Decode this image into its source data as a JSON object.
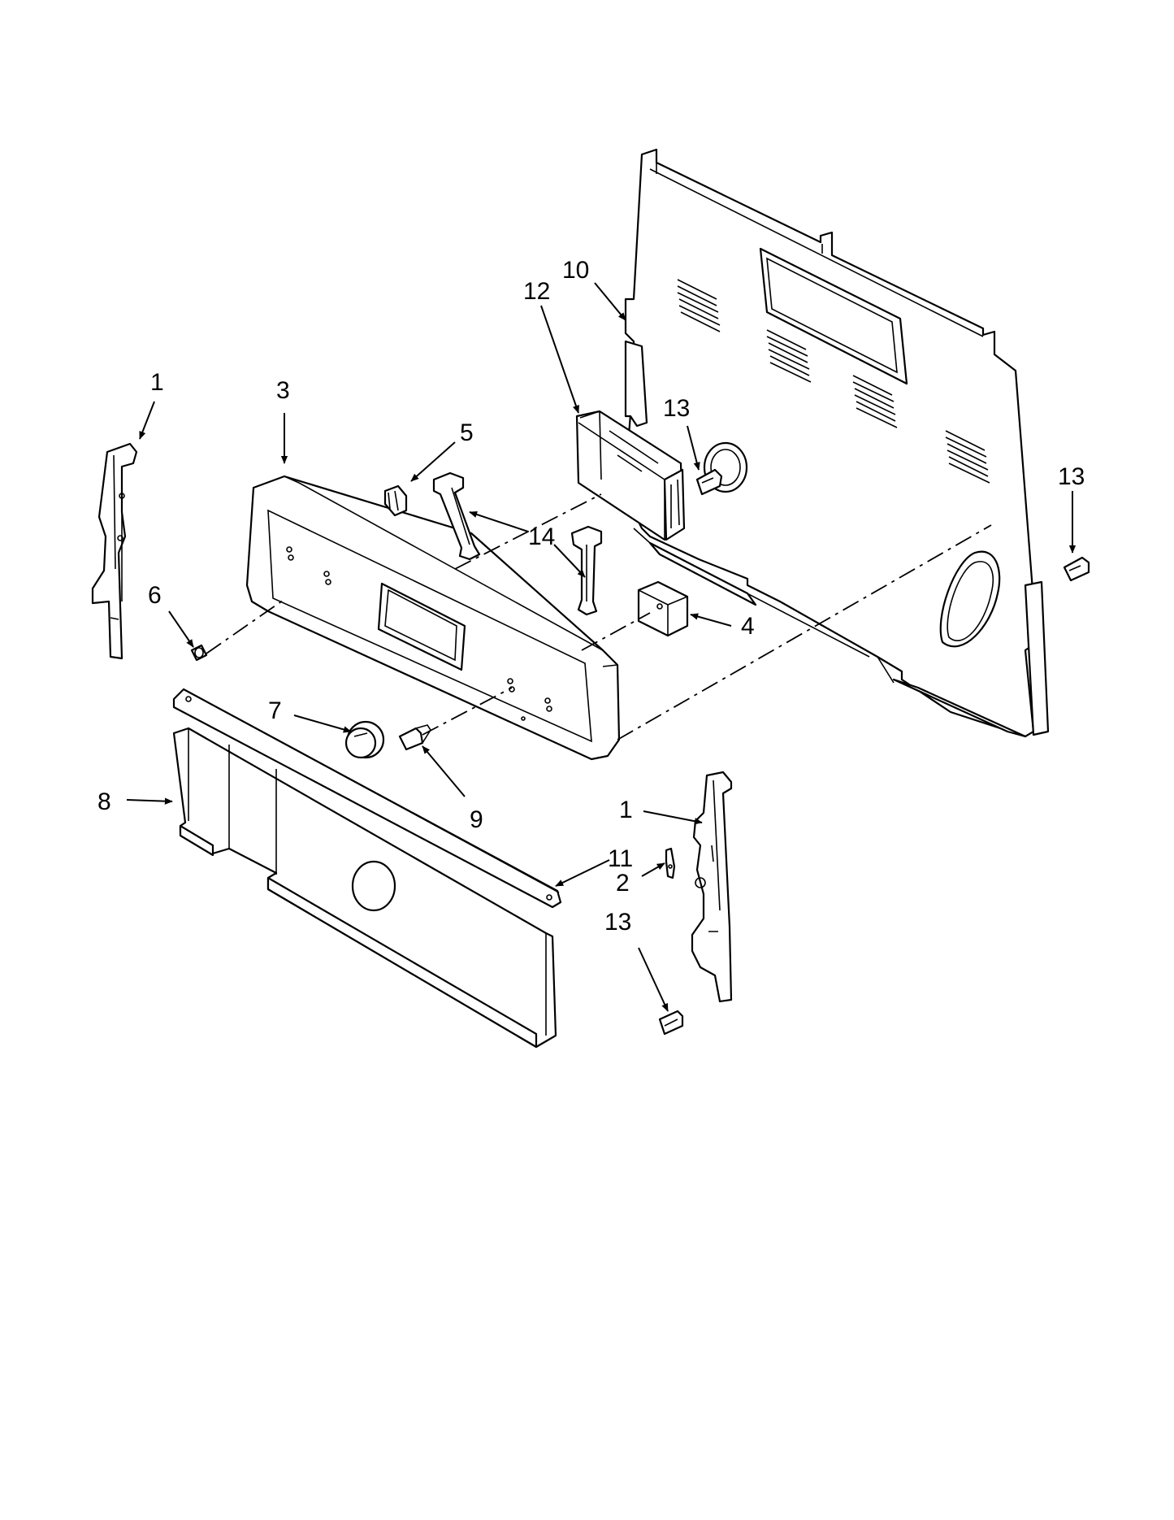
{
  "callouts": {
    "c1_left": "1",
    "c3": "3",
    "c5": "5",
    "c6": "6",
    "c10": "10",
    "c12": "12",
    "c13_top": "13",
    "c14": "14",
    "c13_right": "13",
    "c4": "4",
    "c7": "7",
    "c8": "8",
    "c9": "9",
    "c1_right": "1",
    "c11": "11",
    "c2": "2",
    "c13_bottom": "13"
  },
  "colors": {
    "line": "#000000",
    "background": "#ffffff"
  }
}
